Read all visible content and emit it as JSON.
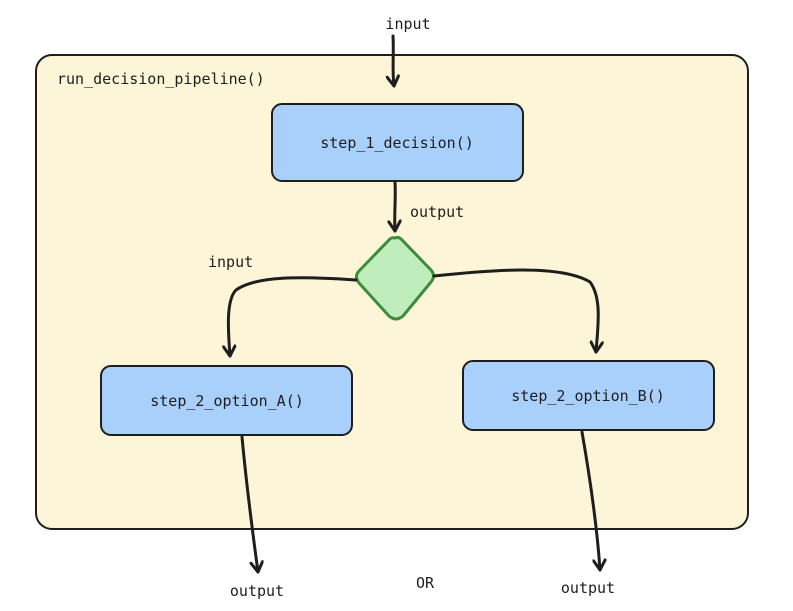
{
  "colors": {
    "container_fill": "#fdf5d8",
    "node_fill": "#a9cffb",
    "decision_fill": "#bfeebc",
    "decision_stroke": "#3d8b3d",
    "stroke": "#1e1e1e"
  },
  "container": {
    "label": "run_decision_pipeline()"
  },
  "nodes": {
    "step1": "step_1_decision()",
    "optionA": "step_2_option_A()",
    "optionB": "step_2_option_B()"
  },
  "edge_labels": {
    "top_input": "input",
    "step1_output": "output",
    "branch_input": "input",
    "a_output": "output",
    "b_output": "output",
    "or": "OR"
  }
}
